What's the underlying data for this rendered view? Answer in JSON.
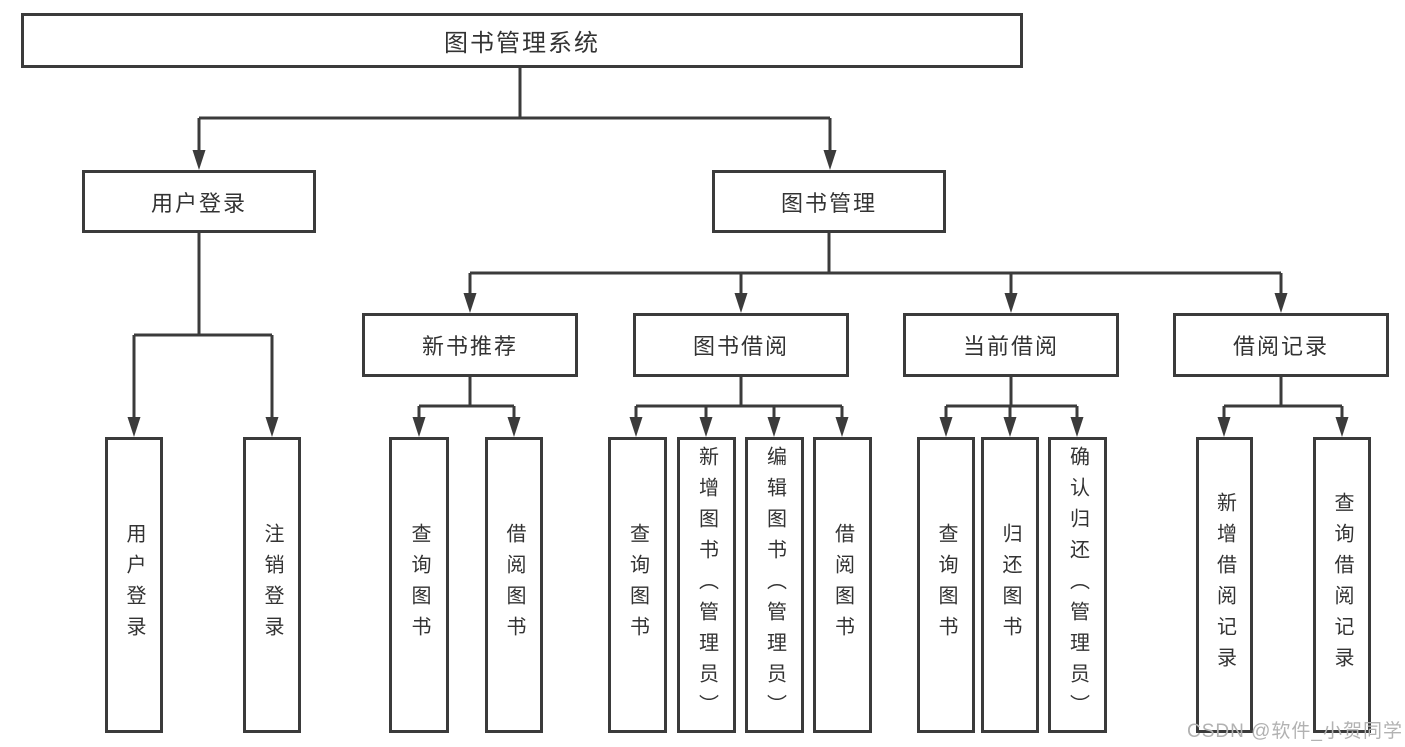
{
  "style": {
    "background": "#ffffff",
    "line_color": "#3b3b3b",
    "text_color": "#333333",
    "watermark_color": "#b2b2b2"
  },
  "watermark": {
    "text": "CSDN @软件_小贺同学"
  },
  "tree": {
    "root": {
      "label": "图书管理系统"
    },
    "branches": [
      {
        "label": "用户登录",
        "children": [
          {
            "label": "用户登录"
          },
          {
            "label": "注销登录"
          }
        ]
      },
      {
        "label": "图书管理",
        "groups": [
          {
            "label": "新书推荐",
            "children": [
              {
                "label": "查询图书"
              },
              {
                "label": "借阅图书"
              }
            ]
          },
          {
            "label": "图书借阅",
            "children": [
              {
                "label": "查询图书"
              },
              {
                "label": "新增图书（管理员）"
              },
              {
                "label": "编辑图书（管理员）"
              },
              {
                "label": "借阅图书"
              }
            ]
          },
          {
            "label": "当前借阅",
            "children": [
              {
                "label": "查询图书"
              },
              {
                "label": "归还图书"
              },
              {
                "label": "确认归还（管理员）"
              }
            ]
          },
          {
            "label": "借阅记录",
            "children": [
              {
                "label": "新增借阅记录"
              },
              {
                "label": "查询借阅记录"
              }
            ]
          }
        ]
      }
    ]
  }
}
